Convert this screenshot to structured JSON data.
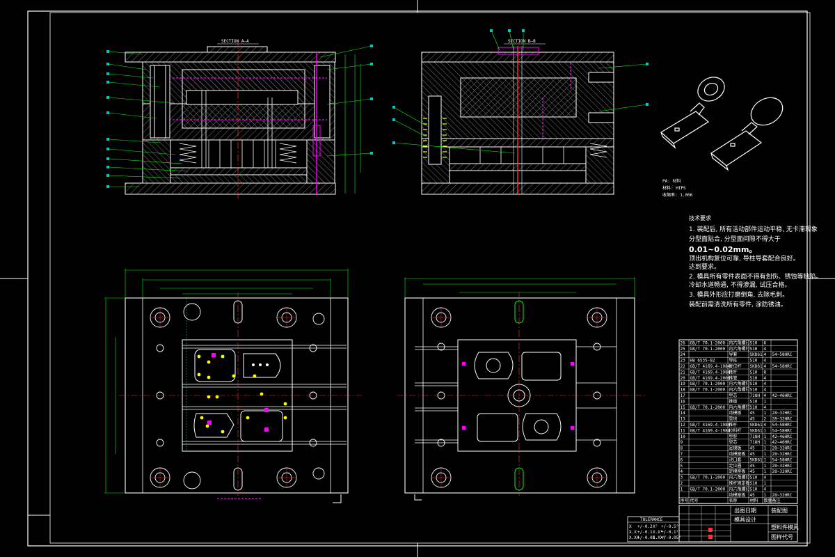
{
  "sheet": {
    "bg": "#000000",
    "line": "#ffffff",
    "dim": "#00ff00",
    "center": "#ff3333",
    "accent": "#ff00ff",
    "leader": "#00c8c8",
    "yellow": "#ffff00"
  },
  "sections": {
    "a_title": "SECTION A—A",
    "b_title": "SECTION B—B"
  },
  "part_info": {
    "lines": [
      "PA: 材料",
      "材料: HIPS",
      "收缩率: 1.006"
    ]
  },
  "tech": {
    "title": "技术要求",
    "lines": [
      "1. 装配后, 所有活动部件运动平稳, 无卡滞现象",
      "分型面贴合, 分型面间隙不得大于",
      "0.01~0.02mm。",
      "顶出机构复位可靠, 导柱导套配合良好。",
      "达到要求。",
      "2. 模具所有零件表面不得有划伤、锈蚀等缺陷。",
      "冷却水道畅通, 不得渗漏, 试压合格。",
      "3. 模具外形应打磨倒角, 去除毛刺。",
      "装配前需清洗所有零件, 涂防锈油。"
    ]
  },
  "bom": {
    "rows": [
      [
        "26",
        "GB/T 70.1-2000",
        "内六角螺钉",
        "S10",
        "6",
        ""
      ],
      [
        "25",
        "GB/T 70.1-2000",
        "内六角螺钉",
        "S10",
        "4",
        ""
      ],
      [
        "24",
        "",
        "导套",
        "SKD61",
        "4",
        "54~58HRC"
      ],
      [
        "23",
        "HB 6535-82",
        "导柱",
        "S10",
        "4",
        ""
      ],
      [
        "22",
        "GB/T 4169.4-1984",
        "复位杆",
        "SKD61",
        "4",
        "54~58HRC"
      ],
      [
        "21",
        "GB/T 4169.4-1984",
        "推杆",
        "S10",
        "8",
        ""
      ],
      [
        "20",
        "GB/T 4169.4-2006",
        "推管",
        "S10",
        "4",
        ""
      ],
      [
        "19",
        "GB/T 70.1-2000",
        "内六角螺钉",
        "S10",
        "4",
        ""
      ],
      [
        "18",
        "GB/T 70.1-2000",
        "内六角螺钉",
        "S10",
        "4",
        ""
      ],
      [
        "17",
        "",
        "型芯",
        "718H",
        "4",
        "42~46HRC"
      ],
      [
        "16",
        "",
        "推板",
        "S10",
        "1",
        ""
      ],
      [
        "15",
        "GB/T 70.1-2000",
        "内六角螺钉",
        "S10",
        "4",
        ""
      ],
      [
        "14",
        "",
        "动模板",
        "45",
        "1",
        "28~32HRC"
      ],
      [
        "13",
        "",
        "垫块",
        "45",
        "2",
        "28~32HRC"
      ],
      [
        "12",
        "GB/T 4169.4-1984",
        "推杆",
        "SKD61",
        "4",
        "54~58HRC"
      ],
      [
        "11",
        "GB/T 4169.4-1984",
        "拉料杆",
        "SKD61",
        "1",
        "54~58HRC"
      ],
      [
        "10",
        "",
        "型腔",
        "718H",
        "1",
        "42~46HRC"
      ],
      [
        "9",
        "",
        "型芯",
        "718H",
        "1",
        "42~46HRC"
      ],
      [
        "8",
        "",
        "定模板",
        "45",
        "1",
        "28~32HRC"
      ],
      [
        "7",
        "",
        "动模座板",
        "45",
        "1",
        "28~32HRC"
      ],
      [
        "6",
        "",
        "浇口套",
        "SKD61",
        "1",
        "54~58HRC"
      ],
      [
        "5",
        "",
        "定位圈",
        "45",
        "1",
        "28~32HRC"
      ],
      [
        "4",
        "",
        "定模座板",
        "45",
        "1",
        "28~32HRC"
      ],
      [
        "3",
        "GB/T 70.1-2000",
        "内六角螺钉",
        "S10",
        "4",
        ""
      ],
      [
        "2",
        "",
        "推杆固定板",
        "S10",
        "1",
        ""
      ],
      [
        "1",
        "GB/T 70.1-2000",
        "内六角螺钉",
        "S10",
        "4",
        ""
      ],
      [
        "",
        "",
        "动模座板",
        "45",
        "1",
        "28~32HRC"
      ]
    ],
    "header": [
      "序号",
      "代号",
      "名称",
      "材料",
      "数量",
      "备注"
    ]
  },
  "title_block": {
    "school": "出图日期",
    "dept": "模具设计",
    "drawing": "装配图",
    "name": "塑料件模具",
    "code": "图样代号"
  },
  "tolerance": {
    "head": "TOLERANCE",
    "rows": [
      [
        "X",
        "+/-0.2",
        "X°",
        "+/-0.5°"
      ],
      [
        "X.X",
        "+/-0.1",
        "X.X°",
        "+/-0.1°"
      ],
      [
        "X.XX",
        "+/-0.05",
        "X.XX°",
        "+/-0.05°"
      ]
    ]
  }
}
